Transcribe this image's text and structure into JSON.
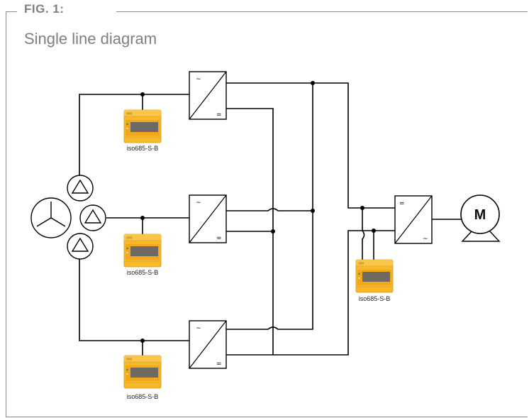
{
  "figure": {
    "label": "FIG. 1:",
    "title": "Single line diagram"
  },
  "devices": {
    "top": "iso685-S-B",
    "middle": "iso685-S-B",
    "bottom": "iso685-S-B",
    "motor_side": "iso685-S-B"
  },
  "converter_symbols": {
    "ac": "~",
    "dc": "="
  },
  "motor": {
    "letter": "M"
  },
  "colors": {
    "device_body": "#f7b82a",
    "device_front": "#f2a81d",
    "device_display": "#6e6a63",
    "frame": "#8a8a8a",
    "heading": "#7f7f7f"
  }
}
